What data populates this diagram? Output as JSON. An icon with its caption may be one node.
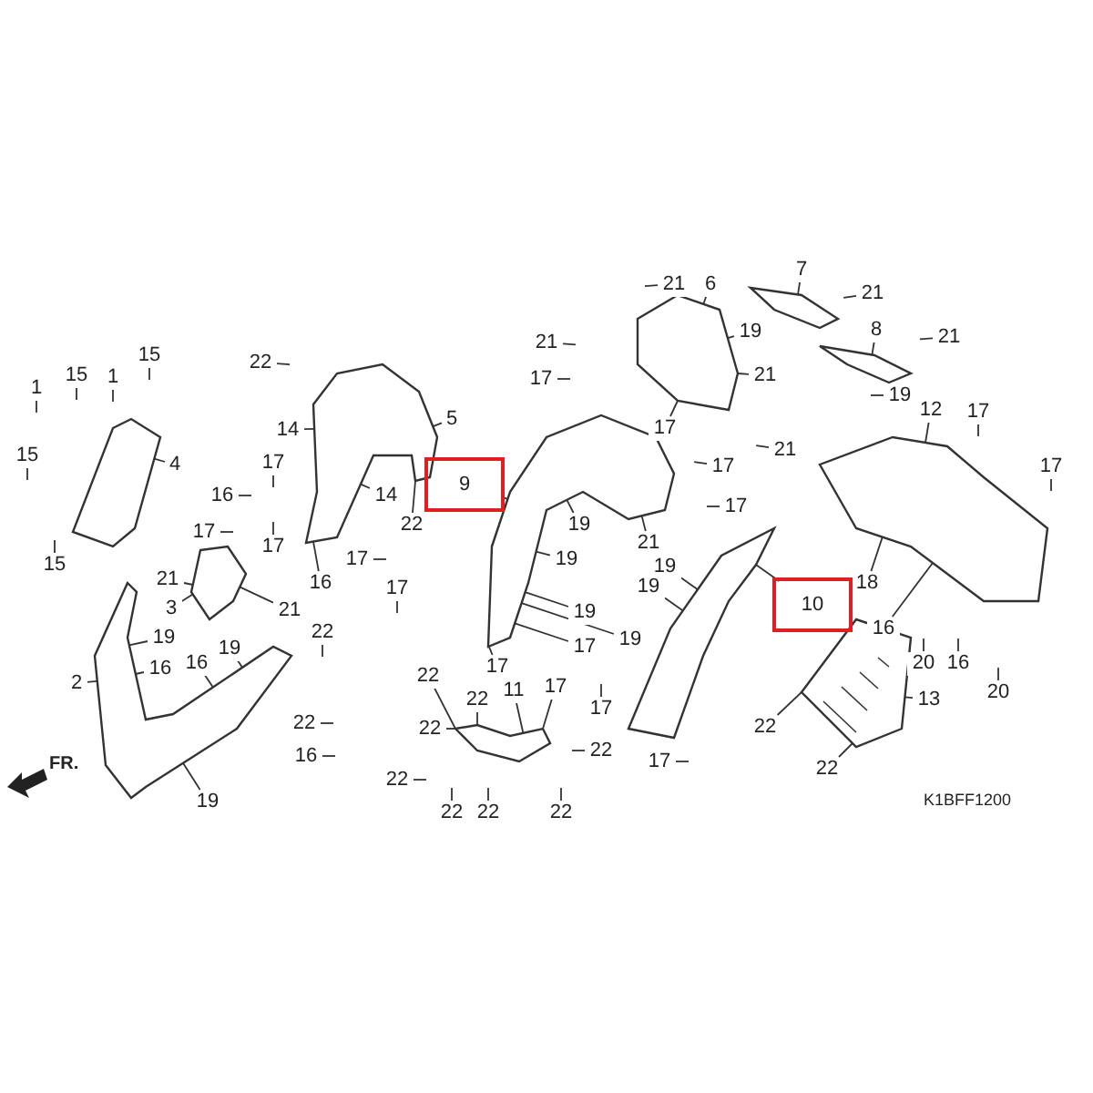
{
  "diagram": {
    "nodes": [
      {
        "text": [
          "21"
        ]
      },
      {
        "text": [
          "7"
        ]
      },
      {
        "text": [
          "21"
        ]
      },
      {
        "text": [
          "6"
        ]
      },
      {
        "text": [
          "8"
        ]
      },
      {
        "text": [
          "19"
        ]
      },
      {
        "text": [
          "21"
        ]
      },
      {
        "text": [
          "21"
        ]
      },
      {
        "text": [
          "15"
        ]
      },
      {
        "text": [
          "22"
        ]
      },
      {
        "text": [
          "17"
        ]
      },
      {
        "text": [
          "21"
        ]
      },
      {
        "text": [
          "15"
        ]
      },
      {
        "text": [
          "1"
        ]
      },
      {
        "text": [
          "1"
        ]
      },
      {
        "text": [
          "19"
        ]
      },
      {
        "text": [
          "17"
        ]
      },
      {
        "text": [
          "5"
        ]
      },
      {
        "text": [
          "12"
        ]
      },
      {
        "text": [
          "17"
        ]
      },
      {
        "text": [
          "14"
        ]
      },
      {
        "text": [
          "21"
        ]
      },
      {
        "text": [
          "17"
        ]
      },
      {
        "text": [
          "15"
        ]
      },
      {
        "text": [
          "4"
        ]
      },
      {
        "text": [
          "17"
        ]
      },
      {
        "text": [
          "17"
        ]
      },
      {
        "text": [
          "14"
        ]
      },
      {
        "text": [
          "17"
        ]
      },
      {
        "text": [
          "9"
        ]
      },
      {
        "text": [
          "16"
        ]
      },
      {
        "text": [
          "22"
        ]
      },
      {
        "text": [
          "17"
        ]
      },
      {
        "text": [
          "21"
        ]
      },
      {
        "text": [
          "19"
        ]
      },
      {
        "text": [
          "17"
        ]
      },
      {
        "text": [
          "17"
        ]
      },
      {
        "text": [
          "19"
        ]
      },
      {
        "text": [
          "15"
        ]
      },
      {
        "text": [
          "19"
        ]
      },
      {
        "text": [
          "16"
        ]
      },
      {
        "text": [
          "21"
        ]
      },
      {
        "text": [
          "17"
        ]
      },
      {
        "text": [
          "19"
        ]
      },
      {
        "text": [
          "18"
        ]
      },
      {
        "text": [
          "10"
        ]
      },
      {
        "text": [
          "3"
        ]
      },
      {
        "text": [
          "21"
        ]
      },
      {
        "text": [
          "19"
        ]
      },
      {
        "text": [
          "16"
        ]
      },
      {
        "text": [
          "19"
        ]
      },
      {
        "text": [
          "22"
        ]
      },
      {
        "text": [
          "17"
        ]
      },
      {
        "text": [
          "19"
        ]
      },
      {
        "text": [
          "19"
        ]
      },
      {
        "text": [
          "20"
        ]
      },
      {
        "text": [
          "16"
        ]
      },
      {
        "text": [
          "16"
        ]
      },
      {
        "text": [
          "17"
        ]
      },
      {
        "text": [
          "22"
        ]
      },
      {
        "text": [
          "16"
        ]
      },
      {
        "text": [
          "2"
        ]
      },
      {
        "text": [
          "17"
        ]
      },
      {
        "text": [
          "20"
        ]
      },
      {
        "text": [
          "11"
        ]
      },
      {
        "text": [
          "13"
        ]
      },
      {
        "text": [
          "22"
        ]
      },
      {
        "text": [
          "17"
        ]
      },
      {
        "text": [
          "22"
        ]
      },
      {
        "text": [
          "22"
        ]
      },
      {
        "text": [
          "22"
        ]
      },
      {
        "text": [
          "22"
        ]
      },
      {
        "text": [
          "16"
        ]
      },
      {
        "text": [
          "17"
        ]
      },
      {
        "text": [
          "22"
        ]
      },
      {
        "text": [
          "19"
        ]
      },
      {
        "text": [
          "22"
        ]
      },
      {
        "text": [
          "22"
        ]
      },
      {
        "text": [
          "22"
        ]
      },
      {
        "text": [
          "22"
        ]
      },
      {
        "text": [],
        "shape": "picture"
      },
      {
        "text": [],
        "shape": "picture"
      },
      {
        "text": [],
        "shape": "picture"
      },
      {
        "text": [],
        "shape": "picture"
      },
      {
        "text": [],
        "shape": "picture"
      },
      {
        "text": [],
        "shape": "picture"
      },
      {
        "text": [],
        "shape": "picture"
      },
      {
        "text": [],
        "shape": "picture"
      },
      {
        "text": [],
        "shape": "picture"
      },
      {
        "text": [],
        "shape": "picture"
      },
      {
        "text": [],
        "shape": "picture"
      },
      {
        "text": [],
        "shape": "picture"
      }
    ],
    "edges": [
      {
        "from": 0,
        "to": null,
        "arrow": "none"
      },
      {
        "from": 1,
        "to": 86,
        "arrow": "none"
      },
      {
        "from": 2,
        "to": null,
        "arrow": "none"
      },
      {
        "from": 3,
        "to": 85,
        "arrow": "none"
      },
      {
        "from": 4,
        "to": 87,
        "arrow": "none"
      },
      {
        "from": 5,
        "to": 85,
        "arrow": "none"
      },
      {
        "from": 6,
        "to": null,
        "arrow": "none"
      },
      {
        "from": 7,
        "to": null,
        "arrow": "none"
      },
      {
        "from": 8,
        "to": null,
        "arrow": "none"
      },
      {
        "from": 9,
        "to": null,
        "arrow": "none"
      },
      {
        "from": 10,
        "to": null,
        "arrow": "none"
      },
      {
        "from": 11,
        "to": 85,
        "arrow": "none"
      },
      {
        "from": 12,
        "to": null,
        "arrow": "none"
      },
      {
        "from": 13,
        "to": null,
        "arrow": "none"
      },
      {
        "from": 14,
        "to": null,
        "arrow": "none"
      },
      {
        "from": 15,
        "to": null,
        "arrow": "none"
      },
      {
        "from": 16,
        "to": null,
        "arrow": "none"
      },
      {
        "from": 17,
        "to": 83,
        "arrow": "none"
      },
      {
        "from": 18,
        "to": 88,
        "arrow": "none"
      },
      {
        "from": 19,
        "to": 85,
        "arrow": "none"
      },
      {
        "from": 20,
        "to": 83,
        "arrow": "none"
      },
      {
        "from": 21,
        "to": null,
        "arrow": "none"
      },
      {
        "from": 22,
        "to": null,
        "arrow": "none"
      },
      {
        "from": 23,
        "to": null,
        "arrow": "none"
      },
      {
        "from": 24,
        "to": 81,
        "arrow": "none"
      },
      {
        "from": 25,
        "to": null,
        "arrow": "none"
      },
      {
        "from": 26,
        "to": null,
        "arrow": "none"
      },
      {
        "from": 27,
        "to": 83,
        "arrow": "none"
      },
      {
        "from": 28,
        "to": null,
        "arrow": "none"
      },
      {
        "from": 29,
        "to": 84,
        "arrow": "none"
      },
      {
        "from": 30,
        "to": null,
        "arrow": "none"
      },
      {
        "from": 31,
        "to": 83,
        "arrow": "none"
      },
      {
        "from": 32,
        "to": null,
        "arrow": "none"
      },
      {
        "from": 33,
        "to": 84,
        "arrow": "none"
      },
      {
        "from": 34,
        "to": 84,
        "arrow": "none"
      },
      {
        "from": 35,
        "to": null,
        "arrow": "none"
      },
      {
        "from": 36,
        "to": null,
        "arrow": "none"
      },
      {
        "from": 37,
        "to": 84,
        "arrow": "none"
      },
      {
        "from": 38,
        "to": null,
        "arrow": "none"
      },
      {
        "from": 39,
        "to": 89,
        "arrow": "none"
      },
      {
        "from": 40,
        "to": 83,
        "arrow": "none"
      },
      {
        "from": 41,
        "to": 82,
        "arrow": "none"
      },
      {
        "from": 42,
        "to": null,
        "arrow": "none"
      },
      {
        "from": 43,
        "to": 89,
        "arrow": "none"
      },
      {
        "from": 44,
        "to": 88,
        "arrow": "none"
      },
      {
        "from": 45,
        "to": 89,
        "arrow": "none"
      },
      {
        "from": 46,
        "to": 82,
        "arrow": "none"
      },
      {
        "from": 47,
        "to": 82,
        "arrow": "none"
      },
      {
        "from": 48,
        "to": 84,
        "arrow": "none"
      },
      {
        "from": 49,
        "to": 88,
        "arrow": "none"
      },
      {
        "from": 50,
        "to": 80,
        "arrow": "none"
      },
      {
        "from": 51,
        "to": null,
        "arrow": "none"
      },
      {
        "from": 52,
        "to": 84,
        "arrow": "none"
      },
      {
        "from": 53,
        "to": 84,
        "arrow": "none"
      },
      {
        "from": 54,
        "to": 80,
        "arrow": "none"
      },
      {
        "from": 55,
        "to": null,
        "arrow": "none"
      },
      {
        "from": 56,
        "to": null,
        "arrow": "none"
      },
      {
        "from": 57,
        "to": 80,
        "arrow": "none"
      },
      {
        "from": 58,
        "to": 84,
        "arrow": "none"
      },
      {
        "from": 59,
        "to": 91,
        "arrow": "none"
      },
      {
        "from": 60,
        "to": 80,
        "arrow": "none"
      },
      {
        "from": 61,
        "to": 80,
        "arrow": "none"
      },
      {
        "from": 62,
        "to": 91,
        "arrow": "none"
      },
      {
        "from": 63,
        "to": null,
        "arrow": "none"
      },
      {
        "from": 64,
        "to": 91,
        "arrow": "none"
      },
      {
        "from": 65,
        "to": 90,
        "arrow": "none"
      },
      {
        "from": 66,
        "to": 91,
        "arrow": "none"
      },
      {
        "from": 67,
        "to": null,
        "arrow": "none"
      },
      {
        "from": 68,
        "to": null,
        "arrow": "none"
      },
      {
        "from": 69,
        "to": 91,
        "arrow": "none"
      },
      {
        "from": 70,
        "to": 90,
        "arrow": "none"
      },
      {
        "from": 71,
        "to": null,
        "arrow": "none"
      },
      {
        "from": 72,
        "to": null,
        "arrow": "none"
      },
      {
        "from": 73,
        "to": null,
        "arrow": "none"
      },
      {
        "from": 74,
        "to": 90,
        "arrow": "none"
      },
      {
        "from": 75,
        "to": 80,
        "arrow": "none"
      },
      {
        "from": 76,
        "to": null,
        "arrow": "none"
      },
      {
        "from": 77,
        "to": null,
        "arrow": "none"
      },
      {
        "from": 78,
        "to": null,
        "arrow": "none"
      },
      {
        "from": 79,
        "to": null,
        "arrow": "none"
      }
    ],
    "labels": [
      "FR.",
      "K1BFF1200"
    ]
  }
}
